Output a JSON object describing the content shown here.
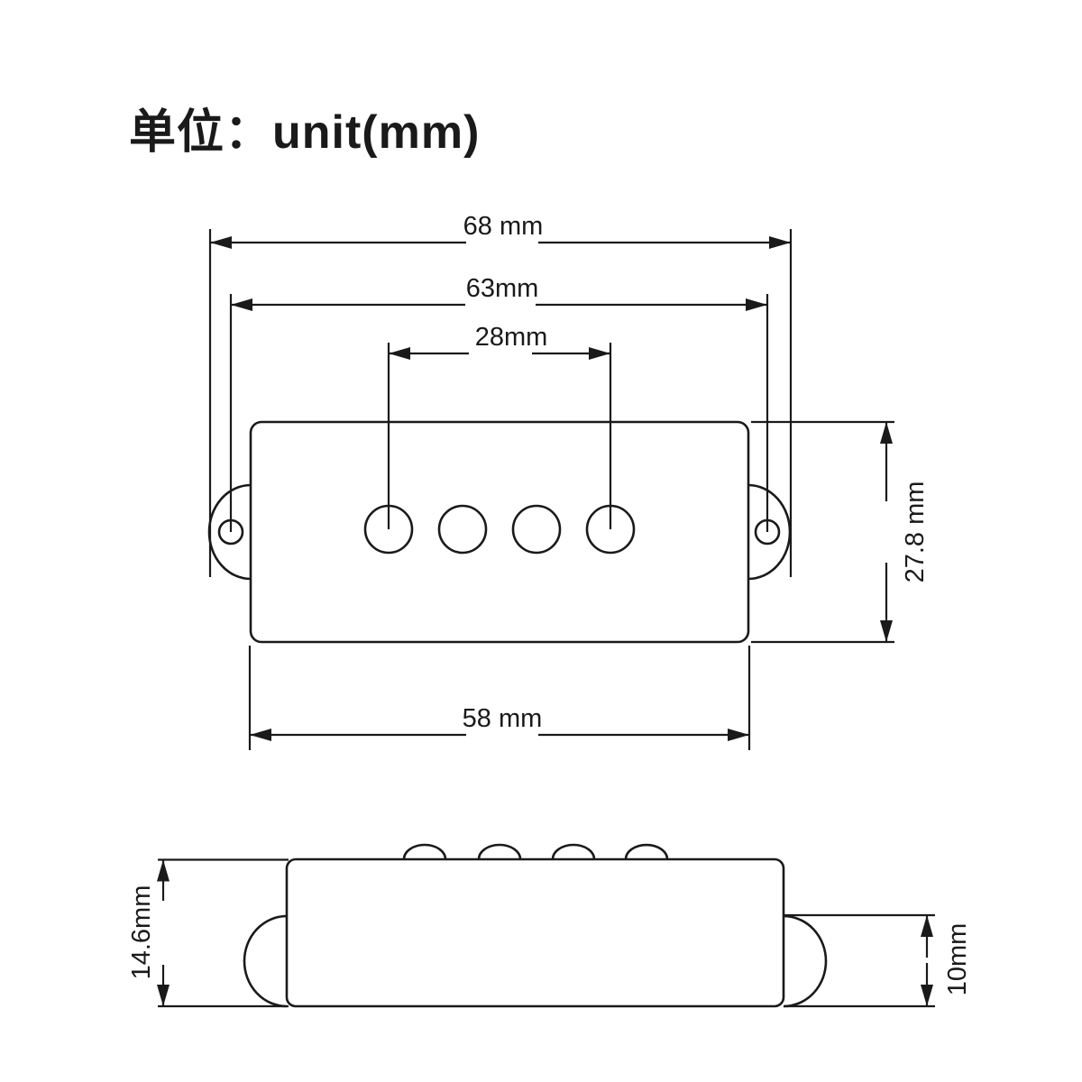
{
  "title": "单位：unit(mm)",
  "colors": {
    "background": "#ffffff",
    "line": "#1a1a1a",
    "text": "#1a1a1a"
  },
  "top_view": {
    "description": "pickup top view",
    "pole_piece_count": 4,
    "dims": {
      "outer_width": "68 mm",
      "screw_hole_span": "63mm",
      "pole_span": "28mm",
      "body_width": "58 mm",
      "body_height": "27.8 mm"
    }
  },
  "side_view": {
    "description": "pickup side view",
    "dims": {
      "total_height": "14.6mm",
      "ear_height": "10mm"
    }
  }
}
